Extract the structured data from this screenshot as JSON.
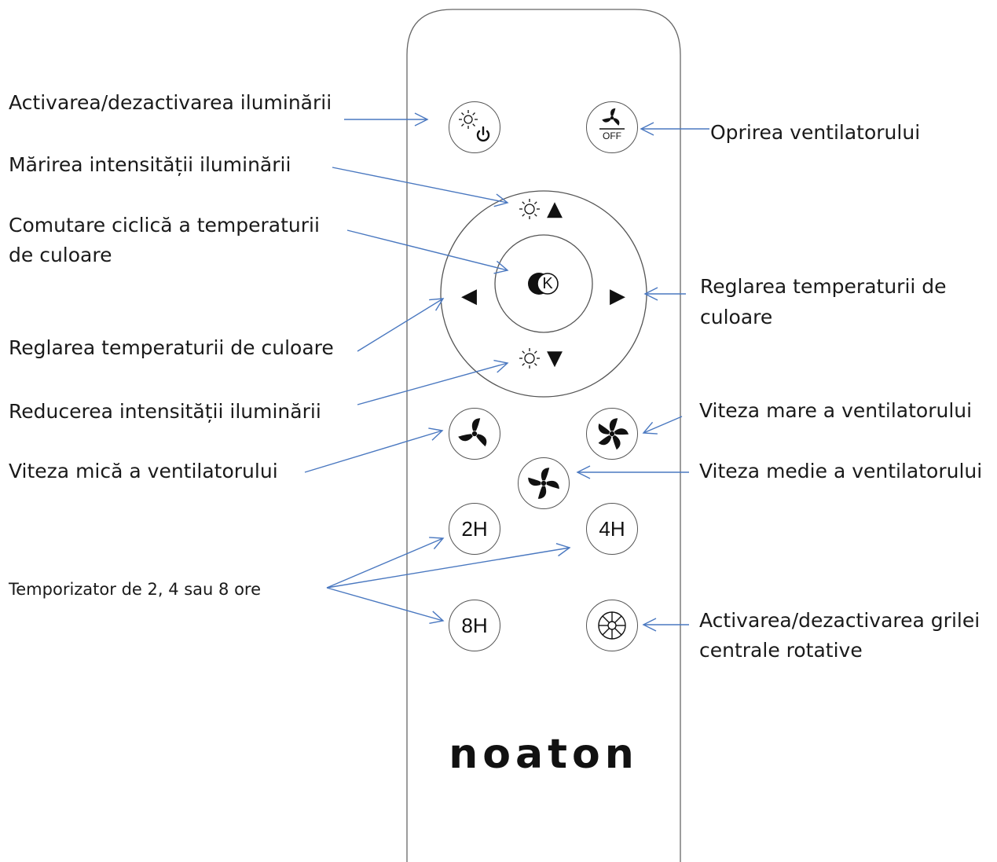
{
  "labels": {
    "light_toggle": "Activarea/dezactivarea iluminării",
    "fan_off": "Oprirea ventilatorului",
    "brightness_up": "Mărirea intensității iluminării",
    "color_cycle_line1": "Comutare ciclică a temperaturii",
    "color_cycle_line2": "de culoare",
    "color_adjust_right_line1": "Reglarea temperaturii de",
    "color_adjust_right_line2": "culoare",
    "color_adjust_left": "Reglarea temperaturii de culoare",
    "brightness_down": "Reducerea intensității iluminării",
    "fan_high": "Viteza mare a ventilatorului",
    "fan_low": "Viteza mică a ventilatorului",
    "fan_medium": "Viteza medie a ventilatorului",
    "timer": "Temporizator de 2, 4 sau 8 ore",
    "grille_line1": "Activarea/dezactivarea grilei",
    "grille_line2": "centrale rotative"
  },
  "buttons": {
    "fan_off_text": "OFF",
    "timer_2h": "2H",
    "timer_4h": "4H",
    "timer_8h": "8H",
    "color_cycle_k": "K",
    "left_arrow": "◀",
    "right_arrow": "▶",
    "up_arrow": "▲",
    "down_arrow": "▼"
  },
  "brand": "noaton",
  "colors": {
    "arrow": "#4a78c0",
    "outline": "#555555",
    "text": "#1a1a1a"
  }
}
